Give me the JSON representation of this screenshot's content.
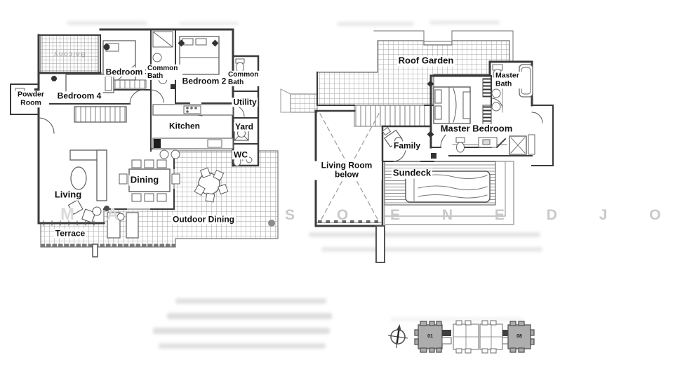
{
  "colors": {
    "wall": "#3a3a3a",
    "hatch_line": "#a0a0a0",
    "shaded_unit": "#adadad",
    "label_text": "#111111",
    "watermark": "#c9c9c9",
    "background": "#ffffff"
  },
  "left_plan": {
    "rooms": [
      {
        "label": "Balcony"
      },
      {
        "label": "Powder Room"
      },
      {
        "label": "Bedroom 4"
      },
      {
        "label": "Bedroom 3"
      },
      {
        "label": "Common Bath"
      },
      {
        "label": "Bedroom 2"
      },
      {
        "label": "Common Bath"
      },
      {
        "label": "Utility"
      },
      {
        "label": "Kitchen"
      },
      {
        "label": "Yard"
      },
      {
        "label": "WC"
      },
      {
        "label": "Dining"
      },
      {
        "label": "Living"
      },
      {
        "label": "Terrace"
      },
      {
        "label": "Outdoor Dining"
      }
    ]
  },
  "right_plan": {
    "rooms": [
      {
        "label": "Roof Garden"
      },
      {
        "label": "Master Bath"
      },
      {
        "label": "Master Bedroom"
      },
      {
        "label": "Family"
      },
      {
        "label": "Living Room below"
      },
      {
        "label": "Sundeck"
      }
    ]
  },
  "key_plan": {
    "units": [
      {
        "label": "01"
      },
      {
        "label": "08"
      }
    ]
  },
  "watermarks": {
    "left": "M A",
    "right": "S O E N E D J O"
  }
}
